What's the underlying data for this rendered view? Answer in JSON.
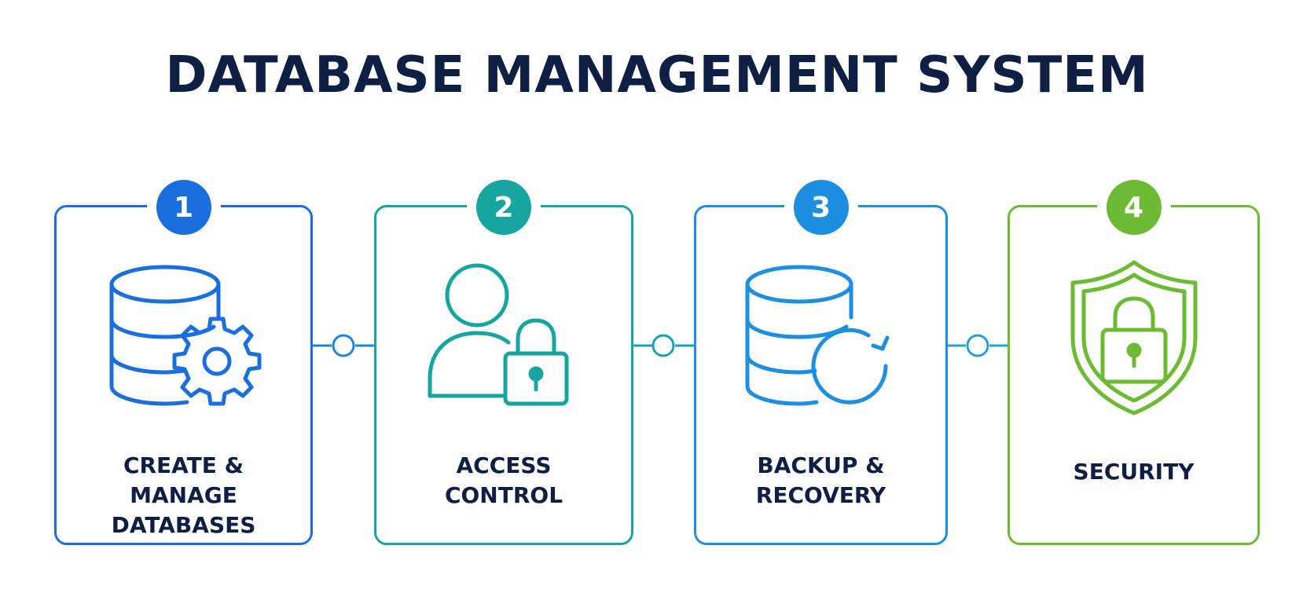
{
  "title": "DATABASE MANAGEMENT SYSTEM",
  "steps": [
    {
      "number": "1",
      "line1": "CREATE &",
      "line2": "MANAGE DATABASES",
      "color": "#1a6ee0",
      "icon": "database-gear-icon"
    },
    {
      "number": "2",
      "line1": "ACCESS",
      "line2": "CONTROL",
      "color": "#17a5a0",
      "icon": "user-lock-icon"
    },
    {
      "number": "3",
      "line1": "BACKUP &",
      "line2": "RECOVERY",
      "color": "#1e8fe0",
      "icon": "database-refresh-icon"
    },
    {
      "number": "4",
      "line1": "SECURITY",
      "line2": "",
      "color": "#6dbb35",
      "icon": "shield-lock-icon"
    }
  ],
  "colors": {
    "title": "#0f1f44",
    "connector_1": "#1a86d8",
    "connector_2": "#1a9fb8",
    "connector_3": "#2a9fd6"
  }
}
